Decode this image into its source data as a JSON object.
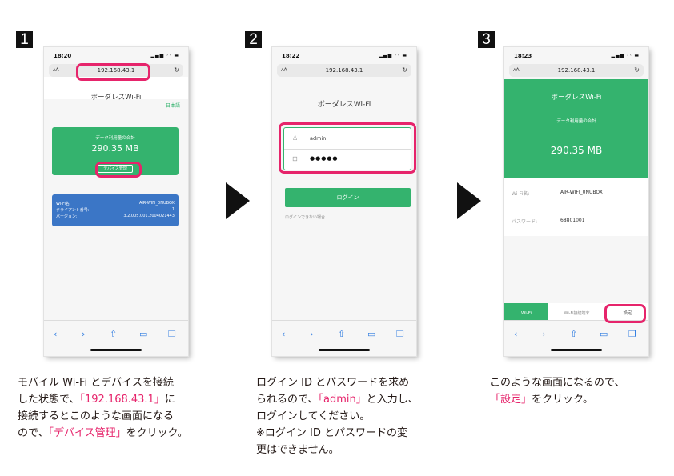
{
  "steps": [
    {
      "number": "1"
    },
    {
      "number": "2"
    },
    {
      "number": "3"
    }
  ],
  "screen1": {
    "time": "18:20",
    "url": "192.168.43.1",
    "aa": "ᴀA",
    "reload": "↻",
    "title": "ボーダレスWi-Fi",
    "lang": "日本語",
    "usage_label": "データ利用量の合計",
    "usage_value": "290.35 MB",
    "device_button": "デバイス管理",
    "info": [
      {
        "label": "Wi-Fi名:",
        "value": "AIR-WIFI_0NUBOX"
      },
      {
        "label": "クライアント番号:",
        "value": "1"
      },
      {
        "label": "バージョン:",
        "value": "3.2.005.001.2004021443"
      }
    ]
  },
  "screen2": {
    "time": "18:22",
    "url": "192.168.43.1",
    "aa": "ᴀA",
    "reload": "↻",
    "title": "ボーダレスWi-Fi",
    "username": "admin",
    "password": "●●●●●",
    "login_button": "ログイン",
    "cant_login": "ログインできない場合"
  },
  "screen3": {
    "time": "18:23",
    "url": "192.168.43.1",
    "aa": "ᴀA",
    "reload": "↻",
    "title": "ボーダレスWi-Fi",
    "usage_label": "データ利用量の合計",
    "usage_value": "290.35 MB",
    "wifi_label": "Wi-Fi名:",
    "wifi_value": "AIR-WIFI_0NUBOX",
    "pw_label": "パスワード:",
    "pw_value": "68801001",
    "tab_wifi": "Wi-Fi",
    "tab_devices": "Wi-Fi接続端末",
    "tab_settings": "設定"
  },
  "nav_icons": [
    "back-icon",
    "forward-icon",
    "share-icon",
    "bookmarks-icon",
    "tabs-icon"
  ],
  "nav_glyphs": [
    "‹",
    "›",
    "⇧",
    "▭",
    "❐"
  ],
  "desc1": {
    "l1": "モバイル Wi-Fi とデバイスを接続",
    "l2a": "した状態で、",
    "l2b": "「192.168.43.1」",
    "l2c": "に",
    "l3": "接続するとこのような画面になる",
    "l4a": "ので、",
    "l4b": "「デバイス管理」",
    "l4c": "をクリック。"
  },
  "desc2": {
    "l1": "ログイン ID とパスワードを求め",
    "l2a": "られるので、",
    "l2b": "「admin」",
    "l2c": "と入力し、",
    "l3": "ログインしてください。",
    "l4": "※ログイン ID とパスワードの変",
    "l5": "更はできません。"
  },
  "desc3": {
    "l1": "このような画面になるので、",
    "l2a": "「設定」",
    "l2b": "をクリック。"
  },
  "colors": {
    "accent": "#e6246b",
    "green": "#34b36e",
    "blue": "#3b76c6"
  }
}
